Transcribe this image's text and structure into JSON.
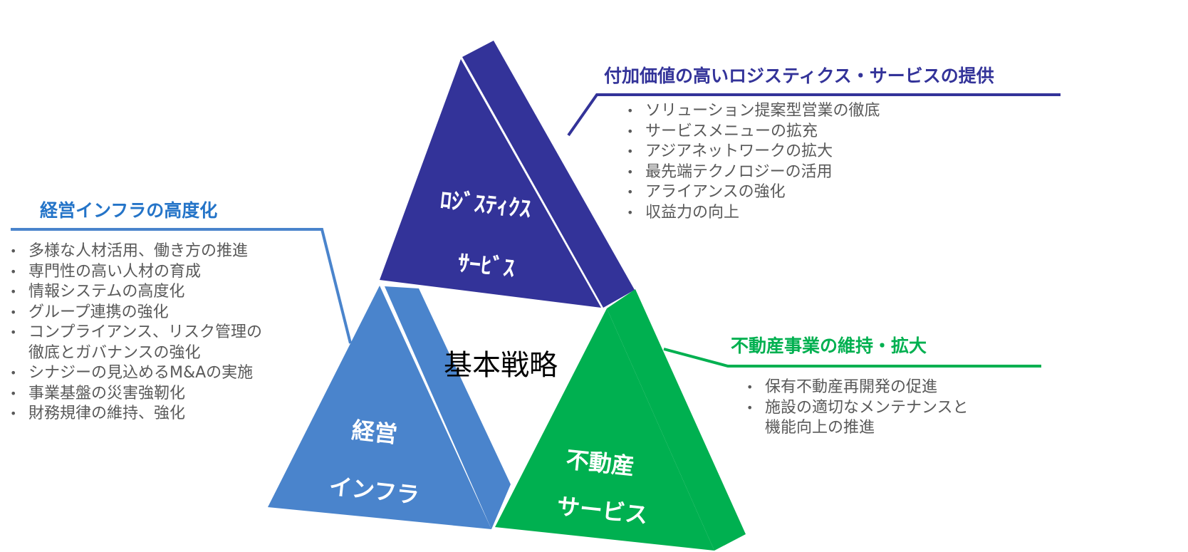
{
  "center": {
    "label": "基本戦略"
  },
  "logistics": {
    "triangle_line1": "ﾛｼﾞｽﾃｨｸｽ",
    "triangle_line2": "ｻｰﾋﾞｽ",
    "heading": "付加価値の高いロジスティクス・サービスの提供",
    "color": "#333399",
    "side_color": "#333399",
    "items": [
      "ソリューション提案型営業の徹底",
      "サービスメニューの拡充",
      "アジアネットワークの拡大",
      "最先端テクノロジーの活用",
      "アライアンスの強化",
      "収益力の向上"
    ]
  },
  "management": {
    "triangle_line1": "経営",
    "triangle_line2": "インフラ",
    "heading": "経営インフラの高度化",
    "color": "#4a84cc",
    "heading_color": "#2474c8",
    "items": [
      "多様な人材活用、働き方の推進",
      "専門性の高い人材の育成",
      "情報システムの高度化",
      "グループ連携の強化",
      "コンプライアンス、リスク管理の",
      "徹底とガバナンスの強化",
      "シナジーの見込めるM&Aの実施",
      "事業基盤の災害強靭化",
      "財務規律の維持、強化"
    ]
  },
  "realestate": {
    "triangle_line1": "不動産",
    "triangle_line2": "サービス",
    "heading": "不動産事業の維持・拡大",
    "color": "#00b050",
    "items": [
      "保有不動産再開発の促進",
      "施設の適切なメンテナンスと",
      "機能向上の推進"
    ]
  }
}
